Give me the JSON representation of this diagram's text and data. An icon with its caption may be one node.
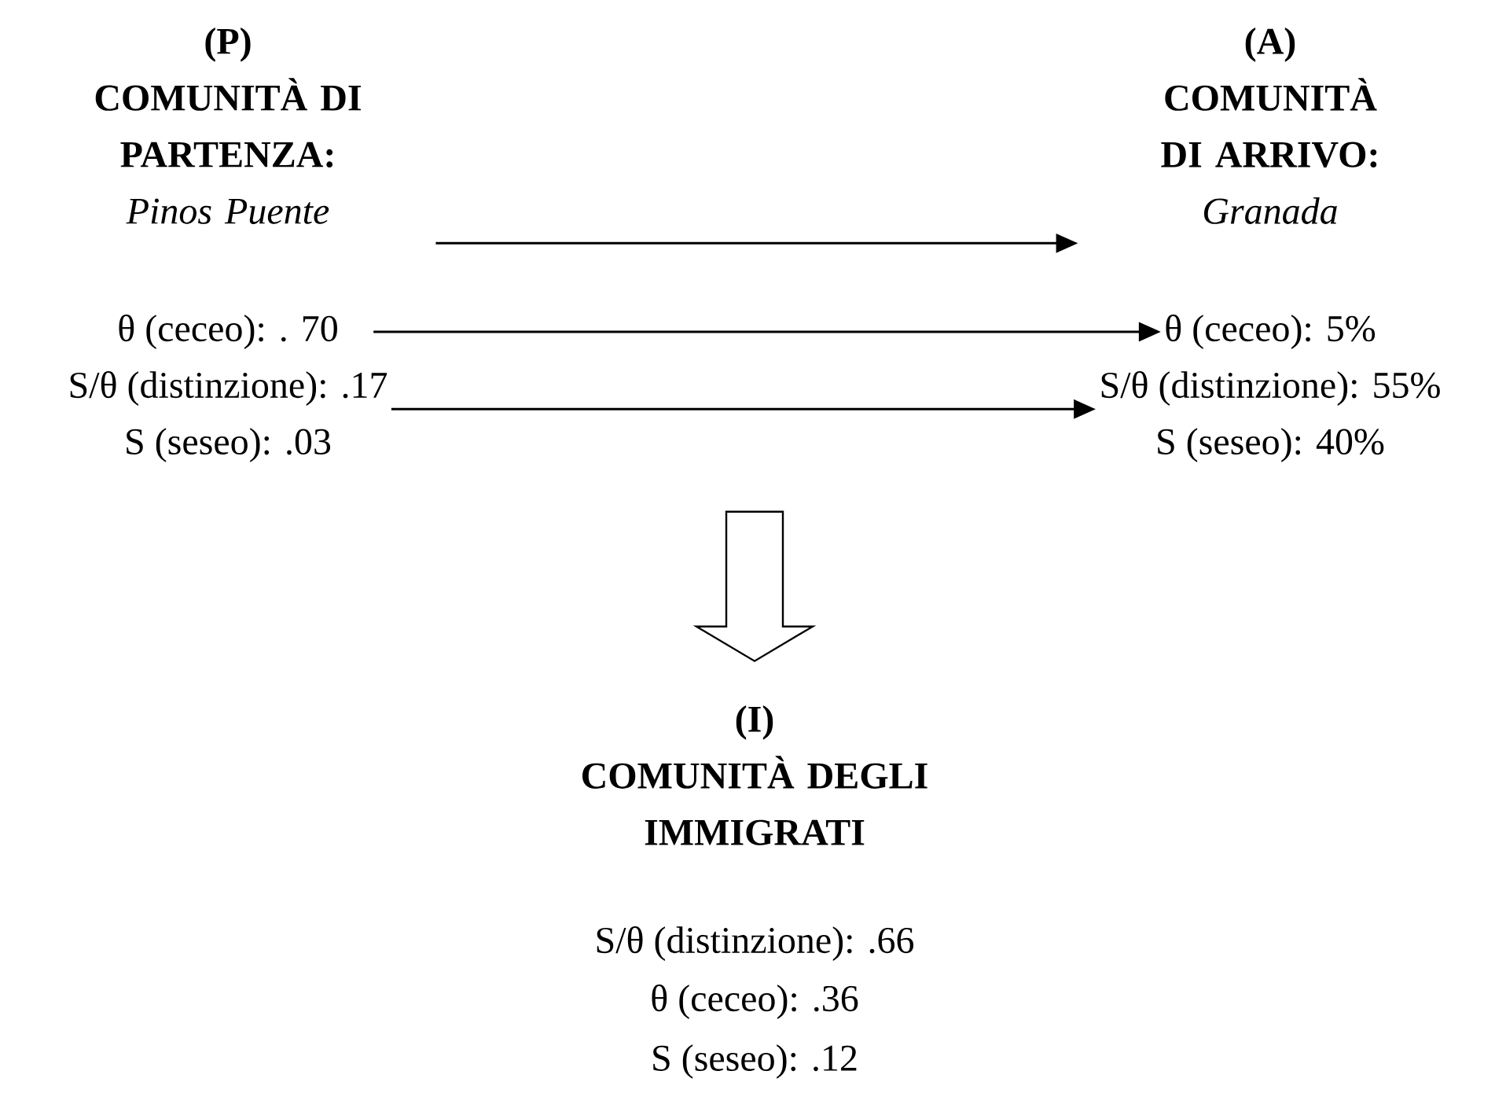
{
  "diagram": {
    "nodes": [
      {
        "text": [
          "(P)",
          "COMUNITÀ DI PARTENZA:",
          "Pinos Puente"
        ]
      },
      {
        "text": [
          "(A)",
          "COMUNITÀ DI ARRIVO:",
          "Granada"
        ]
      },
      {
        "text": [
          "θ (ceceo): . 70"
        ]
      },
      {
        "text": [
          "S/θ (distinzione): .17"
        ]
      },
      {
        "text": [
          "θ (ceceo): 5%"
        ]
      },
      {
        "text": [
          "S/θ (distinzione): 55%"
        ]
      },
      {
        "text": [
          "(I)",
          "COMUNITÀ DEGLI IMMIGRATI"
        ]
      }
    ],
    "edges": [
      {
        "from": 0,
        "to": 1,
        "arrow": "to"
      },
      {
        "from": 2,
        "to": 4,
        "arrow": "to"
      },
      {
        "from": 3,
        "to": 5,
        "arrow": "to"
      },
      {
        "from": null,
        "to": 6,
        "arrow": "to"
      }
    ],
    "labels": [
      "S (seseo): .03",
      "S (seseo): 40%",
      "S/θ (distinzione): .66",
      "θ (ceceo): .36",
      "S (seseo): .12"
    ]
  }
}
